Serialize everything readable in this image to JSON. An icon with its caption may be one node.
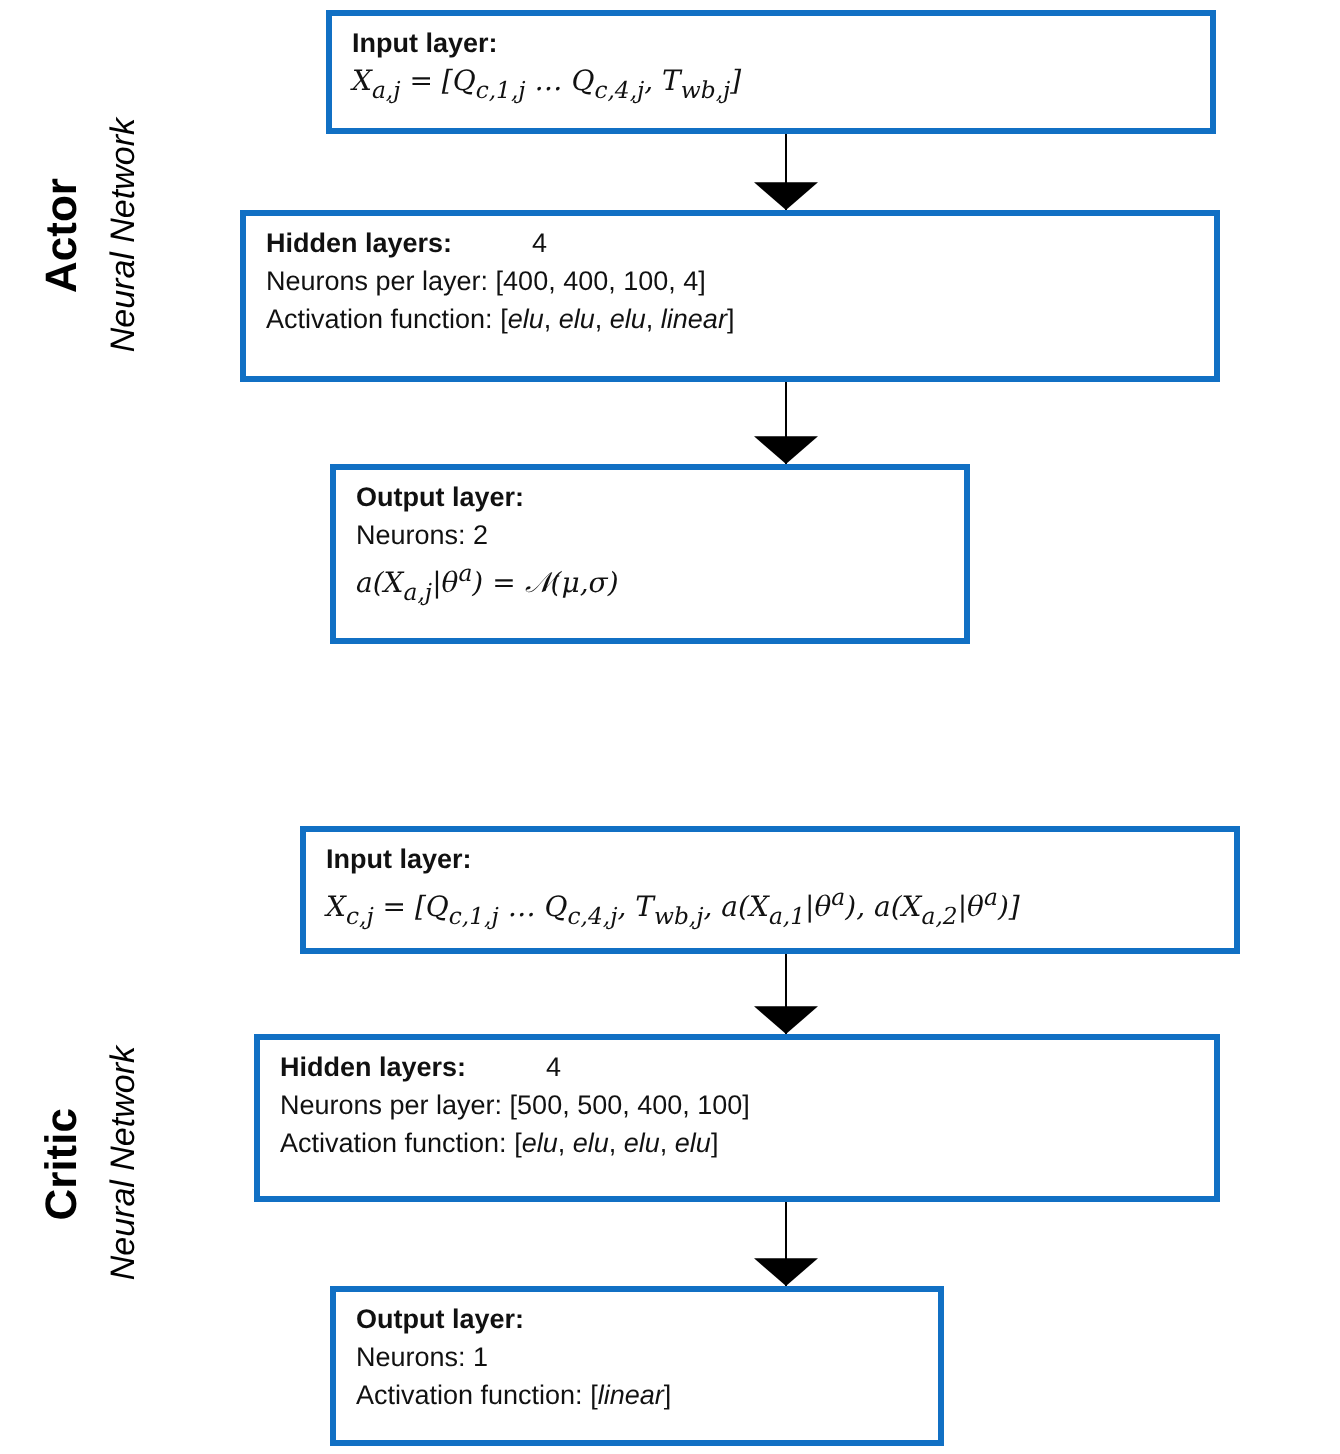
{
  "diagram": {
    "nodes": [
      {
        "text": [
          "Input layer:",
          "X$_{a,j}$ = [Q$_{c,1,j}$ … Q$_{c,4,j}$, T$_{wb,j}$]"
        ]
      },
      {
        "text": [
          "Hidden layers:",
          "4",
          "Neurons per layer: [400, 400, 100, 4]",
          "Activation function: [*elu*, *elu*, *elu*, *linear*]"
        ]
      },
      {
        "text": [
          "Output layer:",
          "Neurons: 2",
          "a(X$_{a,j}$|θ$^{a}$) = 𝒩(μ,σ)"
        ]
      },
      {
        "text": [
          "Input layer:",
          "X$_{c,j}$ = [Q$_{c,1,j}$ … Q$_{c,4,j}$, T$_{wb,j}$, a(X$_{a,1}$|θ$^{a}$), a(X$_{a,2}$|θ$^{a}$)]"
        ]
      },
      {
        "text": [
          "Hidden layers:",
          "4",
          "Neurons per layer: [500, 500, 400, 100]",
          "Activation function: [*elu*, *elu*, *elu*, *elu*]"
        ]
      },
      {
        "text": [
          "Output layer:",
          "Neurons: 1",
          "Activation function: [*linear*]"
        ]
      }
    ],
    "edges": [
      {
        "from": 0,
        "to": 1,
        "arrow": "to"
      },
      {
        "from": 1,
        "to": 2,
        "arrow": "to"
      },
      {
        "from": 3,
        "to": 4,
        "arrow": "to"
      },
      {
        "from": 4,
        "to": 5,
        "arrow": "to"
      }
    ],
    "labels": [
      "Actor",
      "Neural Network",
      "Critic",
      "Neural Network"
    ]
  }
}
